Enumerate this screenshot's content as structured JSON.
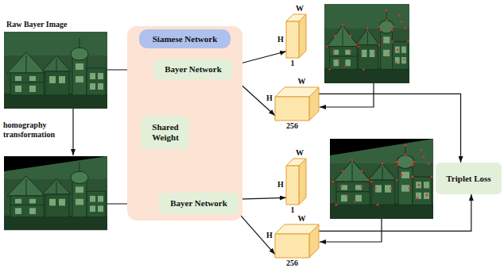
{
  "diagram": {
    "nodes": [
      {
        "text": [
          "Siamese Network"
        ]
      },
      {
        "text": [
          "Bayer Network"
        ],
        "in": 0
      },
      {
        "text": [
          "Shared Weight"
        ],
        "in": 0
      },
      {
        "text": [
          "Bayer Network"
        ],
        "in": 0
      },
      {
        "text": [
          "W",
          "H",
          "1"
        ]
      },
      {
        "text": [
          "W",
          "H",
          "256"
        ]
      },
      {
        "text": [
          "W",
          "H",
          "1"
        ]
      },
      {
        "text": [
          "W",
          "H",
          "256"
        ]
      },
      {
        "text": [
          "Triplet Loss"
        ]
      }
    ],
    "edges": [
      {
        "from": 1,
        "to": 3,
        "arrow": "both"
      },
      {
        "from": 1,
        "to": 4,
        "arrow": "to"
      },
      {
        "from": 1,
        "to": 5,
        "arrow": "to"
      },
      {
        "from": 3,
        "to": 6,
        "arrow": "to"
      },
      {
        "from": 3,
        "to": 7,
        "arrow": "to"
      },
      {
        "from": 5,
        "to": 8,
        "arrow": "to"
      },
      {
        "from": 7,
        "to": 8,
        "arrow": "to"
      }
    ],
    "labels": [
      "Raw Bayer Image",
      "homography transformation"
    ]
  }
}
